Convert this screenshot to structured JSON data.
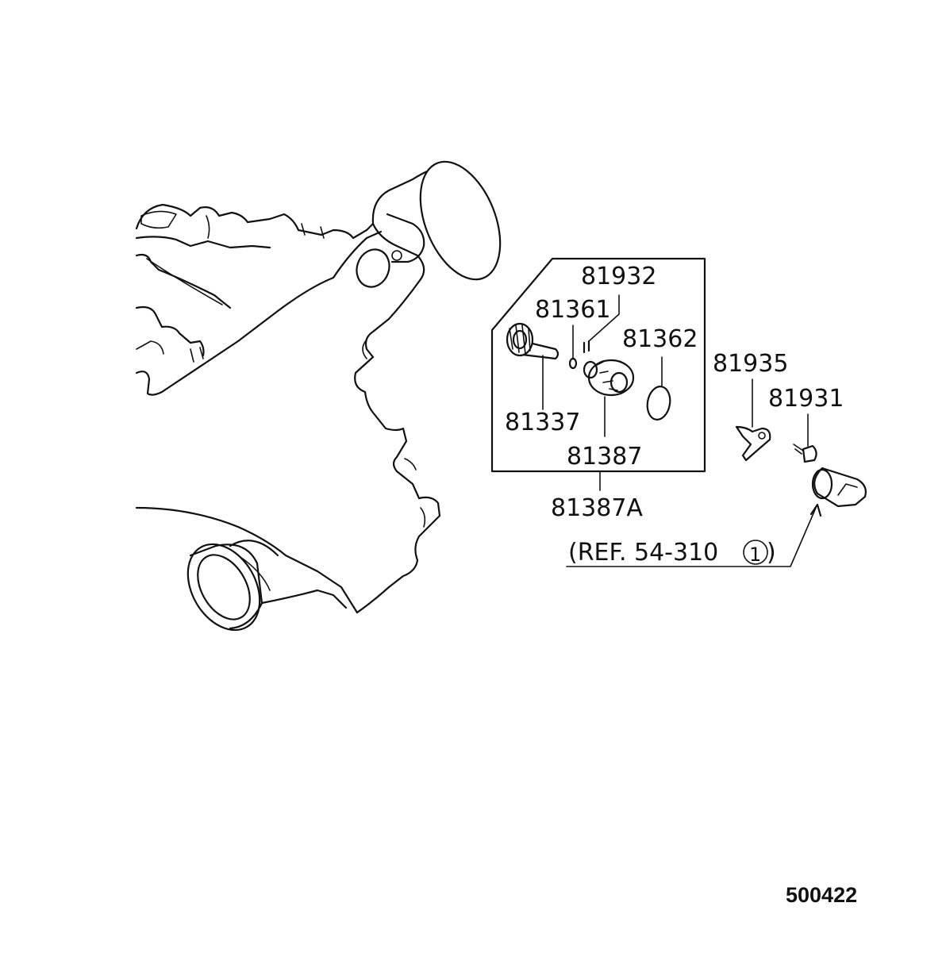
{
  "labels": {
    "p81932": "81932",
    "p81361": "81361",
    "p81362": "81362",
    "p81337": "81337",
    "p81387": "81387",
    "p81387a": "81387A",
    "p81935": "81935",
    "p81931": "81931",
    "ref_open": "(REF. 54-310",
    "ref_num": "1",
    "ref_close": ")"
  },
  "diagram_code": "500422",
  "icons": [
    "transmission-case-outline",
    "speedometer-gear-assembly",
    "vehicle-speed-sensor"
  ]
}
